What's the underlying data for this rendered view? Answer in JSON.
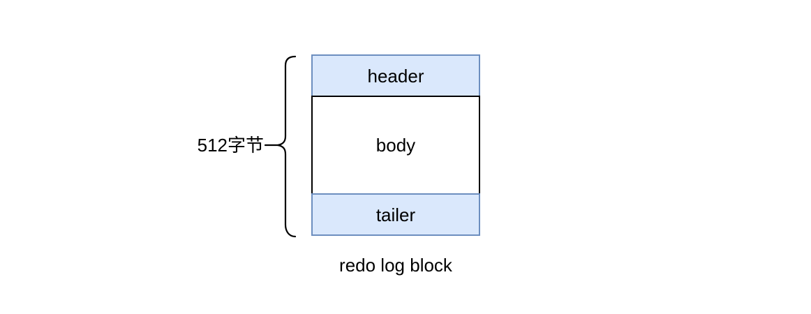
{
  "diagram": {
    "size_label": "512字节",
    "caption": "redo log block",
    "sections": [
      {
        "label": "header",
        "fill": "#dae8fc",
        "stroke": "#6c8ebf"
      },
      {
        "label": "body",
        "fill": "#ffffff",
        "stroke": "#000000"
      },
      {
        "label": "tailer",
        "fill": "#dae8fc",
        "stroke": "#6c8ebf"
      }
    ],
    "colors": {
      "background": "#ffffff",
      "text": "#000000",
      "brace": "#000000"
    }
  }
}
